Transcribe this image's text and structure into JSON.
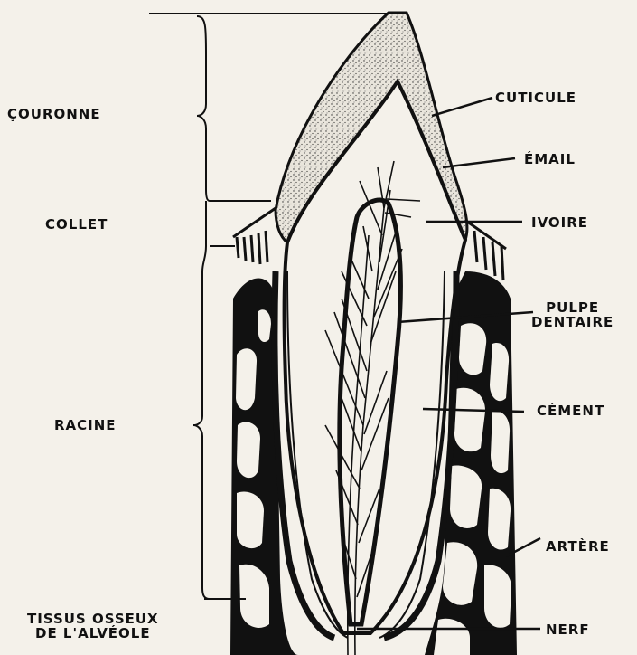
{
  "regions": {
    "couronne": "ÇOURONNE",
    "collet": "COLLET",
    "racine": "RACINE",
    "tissus_line1": "TISSUS OSSEUX",
    "tissus_line2": "DE L'ALVÉOLE"
  },
  "parts": {
    "cuticule": "CUTICULE",
    "email": "ÉMAIL",
    "ivoire": "IVOIRE",
    "pulpe_line1": "PULPE",
    "pulpe_line2": "DENTAIRE",
    "cement": "CÉMENT",
    "artere": "ARTÈRE",
    "nerf": "NERF"
  },
  "colors": {
    "background": "#f4f1ea",
    "ink": "#111111",
    "enamel_fill": "#e6e2d8"
  }
}
